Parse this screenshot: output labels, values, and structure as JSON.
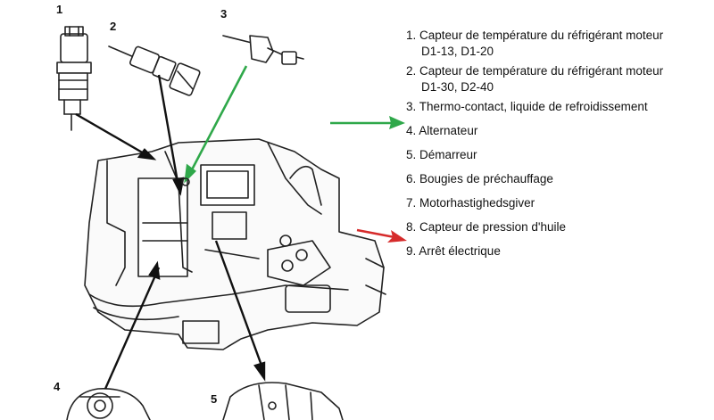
{
  "callouts": [
    "1",
    "2",
    "3",
    "4",
    "5"
  ],
  "legend": {
    "items": [
      {
        "num": "1.",
        "line1": "Capteur de température du réfrigérant moteur",
        "line2": "D1-13, D1-20"
      },
      {
        "num": "2.",
        "line1": "Capteur de température du réfrigérant moteur",
        "line2": "D1-30, D2-40"
      },
      {
        "num": "3.",
        "line1": "Thermo-contact, liquide de refroidissement",
        "line2": ""
      },
      {
        "num": "4.",
        "line1": "Alternateur",
        "line2": ""
      },
      {
        "num": "5.",
        "line1": "Démarreur",
        "line2": ""
      },
      {
        "num": "6.",
        "line1": "Bougies de préchauffage",
        "line2": ""
      },
      {
        "num": "7.",
        "line1": "Motorhastighedsgiver",
        "line2": ""
      },
      {
        "num": "8.",
        "line1": "Capteur de pression d'huile",
        "line2": ""
      },
      {
        "num": "9.",
        "line1": "Arrêt électrique",
        "line2": ""
      }
    ]
  },
  "annotation_colors": {
    "green_arrow": "#2fa84a",
    "red_arrow": "#d62b2b",
    "leader_lines": "#111111"
  },
  "icons": [
    "coolant-temp-sensor-1-icon",
    "coolant-temp-sensor-2-icon",
    "thermo-contact-icon",
    "alternator-icon",
    "starter-motor-icon",
    "engine-block-drawing"
  ]
}
